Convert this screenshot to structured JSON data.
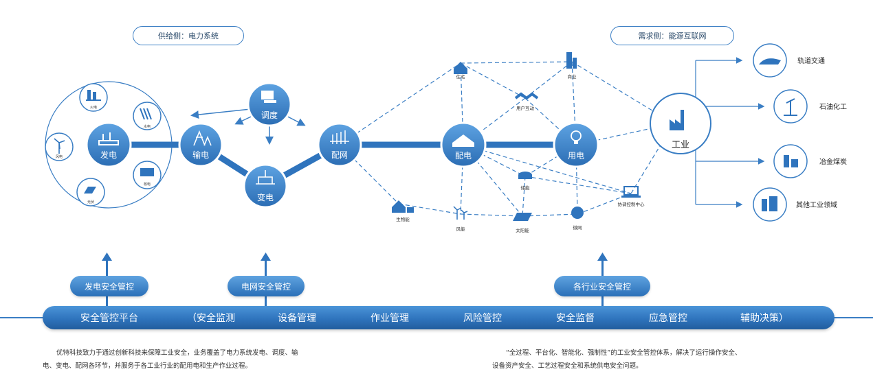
{
  "supply_title": "供给侧：电力系统",
  "demand_title": "需求侧：能源互联网",
  "supply_nodes": {
    "power_gen": "发电",
    "transmission": "输电",
    "dispatch": "调度",
    "substation": "变电",
    "distribution_net": "配网",
    "power_dist": "配电",
    "power_use": "用电"
  },
  "generation_sources": {
    "thermal": "火电",
    "hydro": "水电",
    "nuclear": "核电",
    "solar_pv": "光伏",
    "wind": "风电"
  },
  "demand_nodes": {
    "residential": "住宅",
    "commercial": "商业",
    "user_interaction": "用户互动",
    "storage": "储能",
    "biomass": "生物能",
    "wind_power": "风能",
    "solar_power": "太阳能",
    "microgrid": "微网",
    "coordination_center": "协调控制中心"
  },
  "industry_hub": "工业",
  "industry_sectors": [
    "轨道交通",
    "石油化工",
    "冶金煤炭",
    "其他工业领域"
  ],
  "control_pills": {
    "generation_safety": "发电安全管控",
    "grid_safety": "电网安全管控",
    "industry_safety": "各行业安全管控"
  },
  "platform_bar": [
    "安全管控平台",
    "（安全监测",
    "设备管理",
    "作业管理",
    "风险管控",
    "安全监督",
    "应急管控",
    "辅助决策）"
  ],
  "descriptions": {
    "left_line1": "优特科技致力于通过创新科技来保障工业安全，业务覆盖了电力系统发电、调度、输",
    "left_line2": "电、变电、配网各环节，并服务于各工业行业的配用电和生产作业过程。",
    "right_line1": "“全过程、平台化、智能化、强制性”的工业安全管控体系，解决了运行操作安全、",
    "right_line2": "设备资产安全、工艺过程安全和系统供电安全问题。"
  },
  "colors": {
    "primary": "#2f74bd",
    "light": "#5fa3e0",
    "dark": "#215d9e",
    "line": "#3a7ec4"
  }
}
